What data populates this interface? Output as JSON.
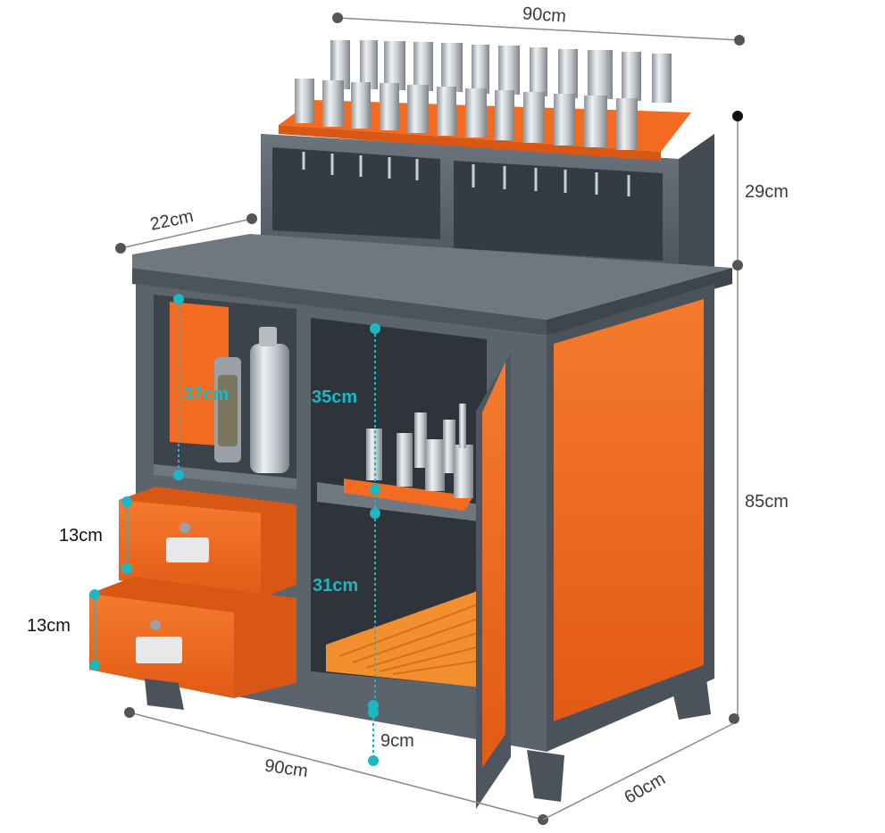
{
  "dimensions": {
    "top_width": "90cm",
    "top_depth": "22cm",
    "top_height": "29cm",
    "total_height": "85cm",
    "left_cell_height": "37cm",
    "right_upper_height": "35cm",
    "right_lower_height": "31cm",
    "base_gap": "9cm",
    "drawer_upper_height": "13cm",
    "drawer_lower_height": "13cm",
    "base_width": "90cm",
    "base_depth": "60cm"
  },
  "colors": {
    "frame": "#5b636d",
    "frame_dark": "#434951",
    "orange": "#f36b21",
    "orange_dark": "#d95714",
    "steel": "#c9ccd0",
    "dim_line": "#8a8a8a",
    "cyan": "#1bb7c4"
  }
}
